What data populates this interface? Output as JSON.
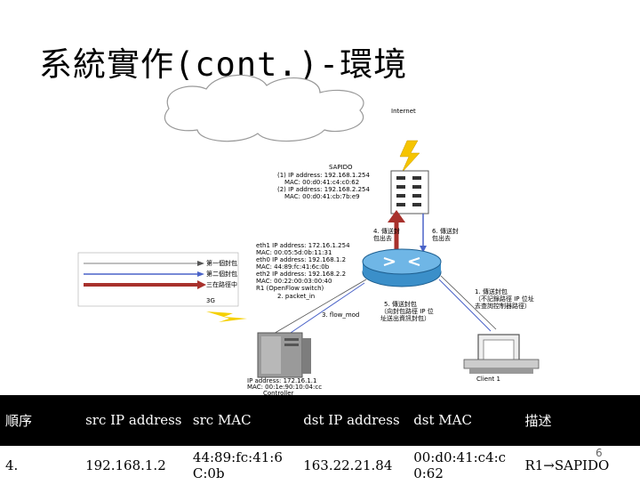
{
  "title": "系統實作(cont.)-環境",
  "diagram": {
    "internet_label": "Internet",
    "sapido_label": "SAPIDO",
    "sapido_lines": [
      "(1) IP address: 192.168.1.254",
      "MAC: 00:d0:41:c4:c0:62",
      "(2) IP address: 192.168.2.254",
      "MAC: 00:d0:41:cb:7b:e9"
    ],
    "step4": [
      "4. 傳送封",
      "包出去"
    ],
    "step6": [
      "6. 傳送封",
      "包出去"
    ],
    "router_lines": [
      "eth1 IP address: 172.16.1.254",
      "MAC: 00:05:5d:0b:11:31",
      "eth0 IP address: 192.168.1.2",
      "MAC: 44:89:fc:41:6c:0b",
      "eth2 IP address: 192.168.2.2",
      "MAC: 00:22:00:03:00:40",
      "R1 (OpenFlow switch)"
    ],
    "legend": [
      "第一個封包",
      "第二個封包",
      "三在路徑中",
      "3G"
    ],
    "step2": "2. packet_in",
    "step3": "3. flow_mod",
    "step1": [
      "1. 傳送封包",
      "（不記錄路徑 IP 位址",
      "去查詢控制器路徑）"
    ],
    "step5": [
      "5. 傳送封包",
      "（向封包路徑 IP 位",
      "址送出資訊封包）"
    ],
    "controller_lines": [
      "IP address: 172.16.1.1",
      "MAC: 00:1e:90:10:04:cc",
      "Controller"
    ],
    "client_label": "Client 1"
  },
  "table": {
    "headers": [
      "順序",
      "src IP address",
      "src MAC",
      "dst IP address",
      "dst MAC",
      "描述"
    ],
    "rows": [
      [
        "4.",
        "192.168.1.2",
        "44:89:fc:41:6 C:0b",
        "163.22.21.84",
        "00:d0:41:c4:c 0:62",
        "R1→SAPIDO"
      ]
    ]
  },
  "page_number": "6"
}
